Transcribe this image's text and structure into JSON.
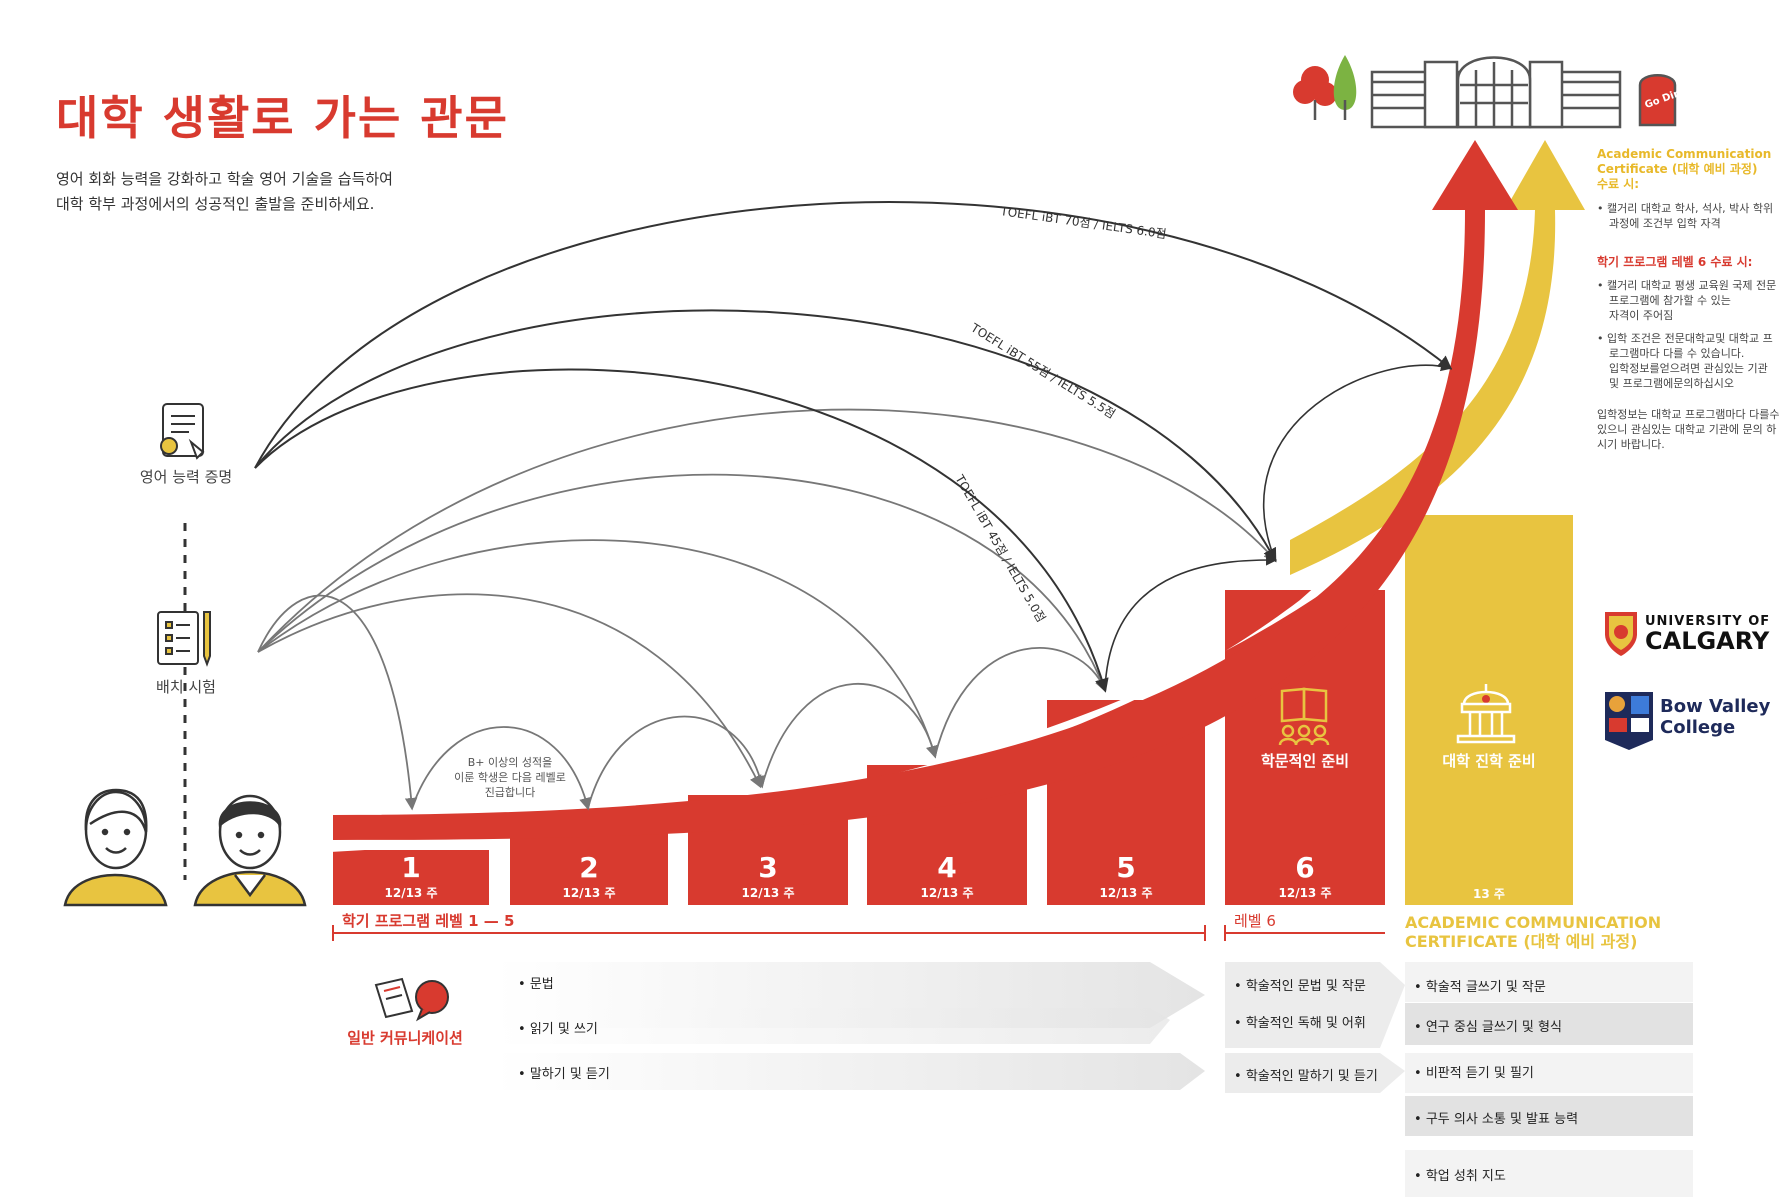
{
  "title": "대학 생활로 가는 관문",
  "subtitle": {
    "line1": "영어 회화 능력을 강화하고 학술 영어 기술을 습득하여",
    "line2": "대학 학부 과정에서의 성공적인 출발을 준비하세요."
  },
  "entry": {
    "proof_label": "영어 능력 증명",
    "placement_label": "배치 시험"
  },
  "arcs": {
    "toefl70": "TOEFL iBT 70점 / IELTS 6.0점",
    "toefl55": "TOEFL iBT 55점 / IELTS 5.5점",
    "toefl45": "TOEFL iBT 45점 / IELTS 5.0점"
  },
  "promotion_note": {
    "line1": "B+ 이상의 성적을",
    "line2": "이룬 학생은 다음 레벨로",
    "line3": "진급합니다"
  },
  "levels": [
    {
      "num": "1",
      "weeks": "12/13 주"
    },
    {
      "num": "2",
      "weeks": "12/13 주"
    },
    {
      "num": "3",
      "weeks": "12/13 주"
    },
    {
      "num": "4",
      "weeks": "12/13 주"
    },
    {
      "num": "5",
      "weeks": "12/13 주"
    },
    {
      "num": "6",
      "weeks": "12/13 주"
    }
  ],
  "acc_weeks": "13 주",
  "level6_title": "학문적인 준비",
  "acc_title": "대학 진학 준비",
  "bracket": {
    "levels_1_5": "학기 프로그램 레벨 1 — 5",
    "level_6": "레벨 6",
    "acc_line1": "ACADEMIC COMMUNICATION",
    "acc_line2": "CERTIFICATE (대학 예비 과정)"
  },
  "general_comm": "일반 커뮤니케이션",
  "general_items": [
    "문법",
    "읽기 및 쓰기",
    "말하기 및 듣기"
  ],
  "level6_items": [
    "학술적인 문법 및 작문",
    "학술적인 독해 및 어휘",
    "학술적인 말하기 및 듣기"
  ],
  "acc_items": [
    "학술적 글쓰기 및 작문",
    "연구 중심 글쓰기 및 형식",
    "비판적 듣기 및 필기",
    "구두 의사 소통 및 발표 능력",
    "학업 성취 지도"
  ],
  "sidebar": {
    "acc_heading_line1": "Academic Communication",
    "acc_heading_line2": "Certificate (대학 예비 과정)",
    "acc_heading_line3": "수료 시:",
    "acc_bullet_line1": "캘거리 대학교 학사, 석사, 박사 학위",
    "acc_bullet_line2": "과정에 조건부 입학 자격",
    "l6_heading": "학기 프로그램 레벨 6 수료 시:",
    "l6_bullet1_line1": "캘거리 대학교 평생 교육원 국제 전문",
    "l6_bullet1_line2": "프로그램에 참가할 수 있는",
    "l6_bullet1_line3": "자격이 주어짐",
    "l6_bullet2_line1": "입학 조건은 전문대학교및 대학교 프",
    "l6_bullet2_line2": "로그램마다 다를 수 있습니다.",
    "l6_bullet2_line3": "입학정보를얻으려면 관심있는 기관",
    "l6_bullet2_line4": "및 프로그램에문의하십시오",
    "note_line1": "입학정보는 대학교 프로그램마다 다를수",
    "note_line2": "있으니 관심있는 대학교 기관에 문의 하",
    "note_line3": "시기 바랍니다."
  },
  "logos": {
    "uofc_line1": "UNIVERSITY OF",
    "uofc_line2": "CALGARY",
    "bvc_line1": "Bow Valley",
    "bvc_line2": "College"
  },
  "sign_text": "Go Dinos!",
  "colors": {
    "red": "#d83a2f",
    "yellow": "#e8c440",
    "gray_text": "#333333",
    "navy": "#1e2a5a"
  }
}
